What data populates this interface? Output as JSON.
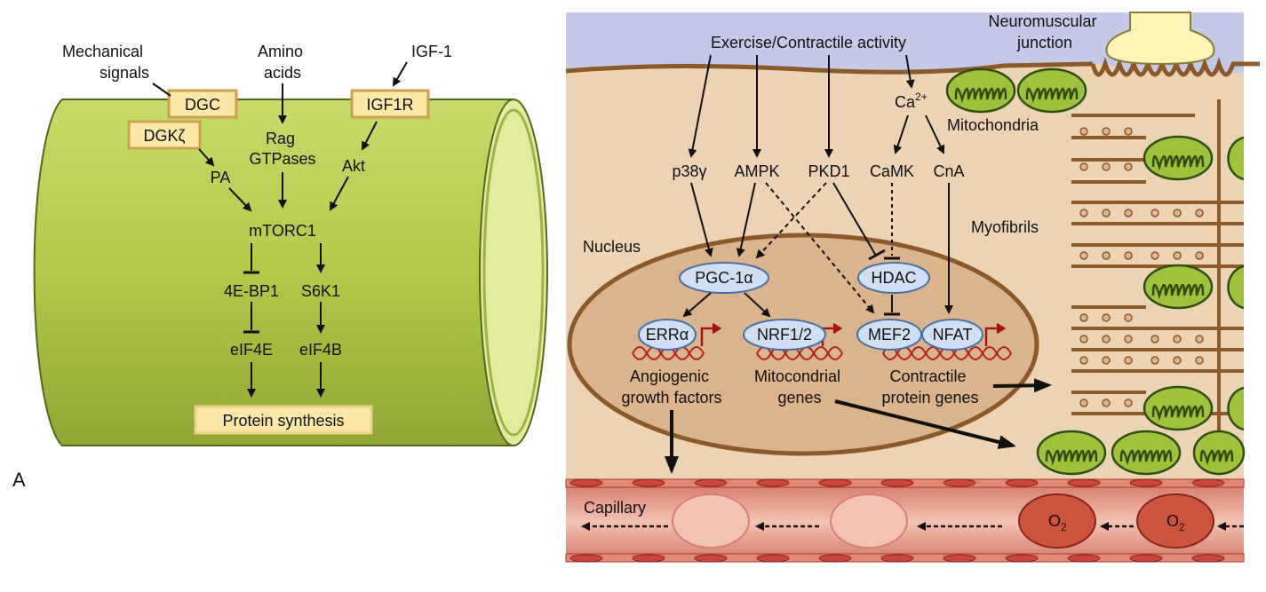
{
  "panel_a": {
    "mechanical_signals": [
      "Mechanical",
      "signals"
    ],
    "amino_acids": [
      "Amino",
      "acids"
    ],
    "igf1": "IGF-1",
    "dgc": "DGC",
    "dgk": "DGKζ",
    "igf1r": "IGF1R",
    "rag": [
      "Rag",
      "GTPases"
    ],
    "pa": "PA",
    "akt": "Akt",
    "mtorc1": "mTORC1",
    "bp1": "4E-BP1",
    "s6k1": "S6K1",
    "eif4e": "eIF4E",
    "eif4b": "eIF4B",
    "protein_synthesis": "Protein synthesis",
    "panel_letter": "A"
  },
  "panel_b": {
    "exercise": "Exercise/Contractile activity",
    "nmj": [
      "Neuromuscular",
      "junction"
    ],
    "ca": "Ca",
    "ca_sup": "2+",
    "mitochondria": "Mitochondria",
    "myofibrils": "Myofibrils",
    "p38": "p38γ",
    "ampk": "AMPK",
    "pkd1": "PKD1",
    "camk": "CaMK",
    "cna": "CnA",
    "nucleus": "Nucleus",
    "pgc": "PGC-1α",
    "hdac": "HDAC",
    "erra": "ERRα",
    "nrf": "NRF1/2",
    "mef2": "MEF2",
    "nfat": "NFAT",
    "angio": [
      "Angiogenic",
      "growth factors"
    ],
    "mito_genes": [
      "Mitocondrial",
      "genes"
    ],
    "contractile": [
      "Contractile",
      "protein genes"
    ],
    "capillary": "Capillary",
    "o2": "O",
    "o2_sub": "2"
  },
  "colors": {
    "cylinder_green": "#b7cc4f",
    "membrane_brown": "#8b5a2b",
    "cytoplasm": "#ecd3b4",
    "nucleus_fill": "#d9b48c",
    "blue_band": "#c5c8e6",
    "capillary_red": "#c0392b",
    "mito_green": "#9fc23d",
    "box_gold": "#fbe7a8",
    "node_blue": "#cfe0f4"
  }
}
